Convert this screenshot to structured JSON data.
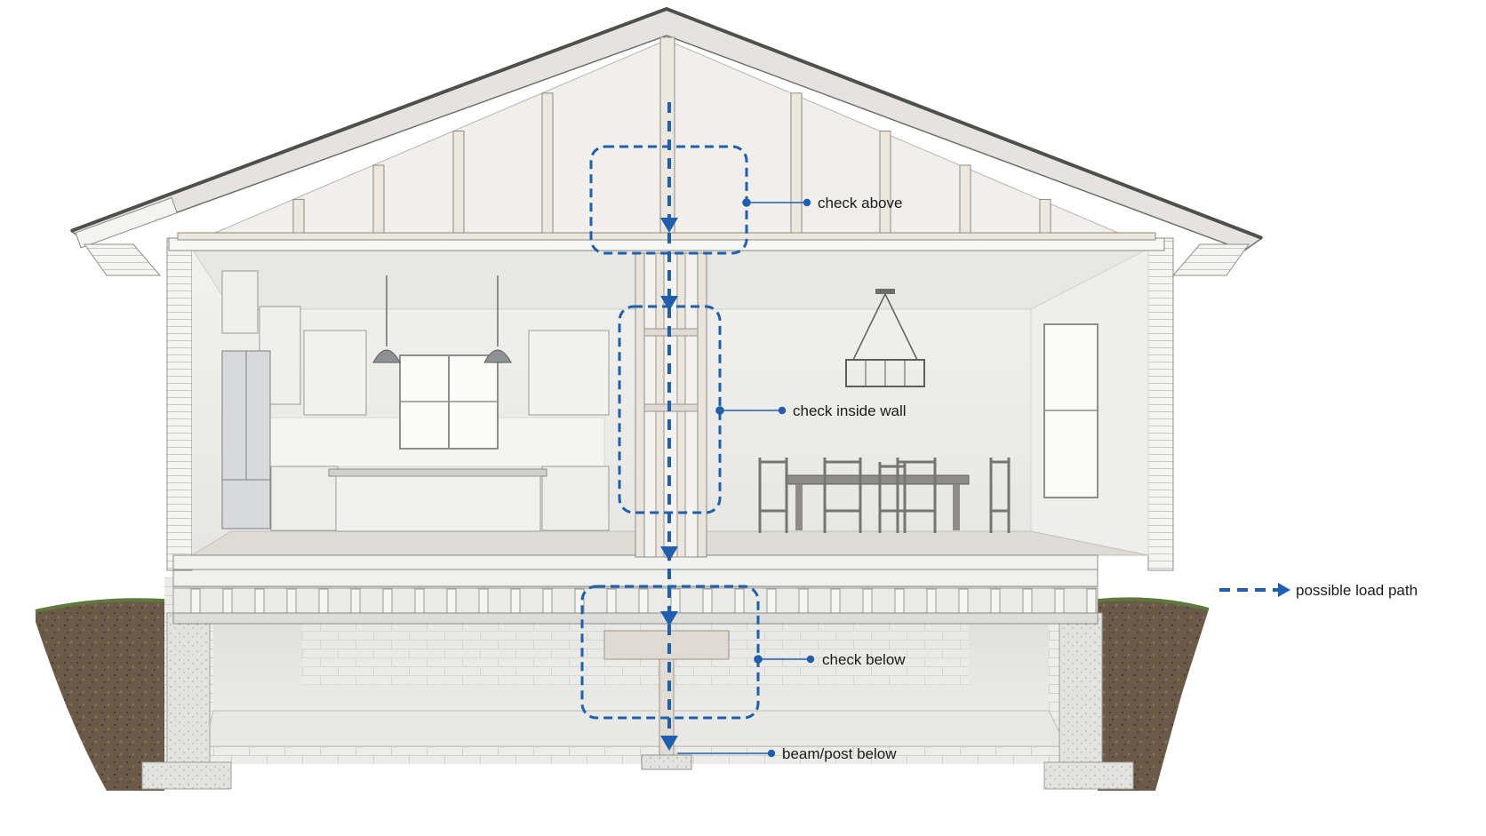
{
  "labels": {
    "check_above": "check above",
    "check_inside_wall": "check inside wall",
    "check_below": "check below",
    "beam_post_below": "beam/post below"
  },
  "legend": {
    "label": "possible load path"
  },
  "colors": {
    "accent": "#1f5fae",
    "line": "#6f6f6f",
    "soil": "#5a4a3a",
    "concrete": "#d9d9d6"
  }
}
